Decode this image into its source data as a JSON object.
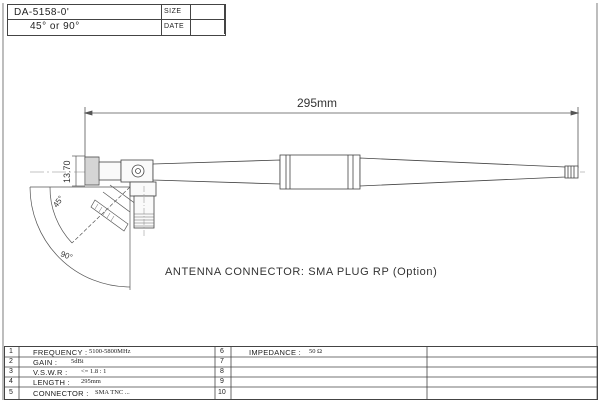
{
  "title_block": {
    "model": "DA-5158-0'",
    "size_label": "SIZE",
    "angles": "45° or  90°",
    "date_label": "DATE"
  },
  "drawing": {
    "overall_length": "295mm",
    "connector_height": "13.70",
    "angle_45": "45°",
    "angle_90": "90°",
    "connector_note": "ANTENNA CONNECTOR: SMA PLUG RP (Option)"
  },
  "specs": {
    "left": [
      {
        "num": "1",
        "label": "FREQUENCY  :",
        "value": "5100-5800MHz"
      },
      {
        "num": "2",
        "label": "GAIN  :",
        "value": "5dBi"
      },
      {
        "num": "3",
        "label": "V.S.W.R  :",
        "value": "<= 1.8 : 1"
      },
      {
        "num": "4",
        "label": "LENGTH  :",
        "value": "295mm"
      },
      {
        "num": "5",
        "label": "CONNECTOR  :",
        "value": "SMA  TNC ..."
      }
    ],
    "right": [
      {
        "num": "6",
        "label": "IMPEDANCE  :",
        "value": "50 Ω"
      },
      {
        "num": "7",
        "label": "",
        "value": ""
      },
      {
        "num": "8",
        "label": "",
        "value": ""
      },
      {
        "num": "9",
        "label": "",
        "value": ""
      },
      {
        "num": "10",
        "label": "",
        "value": ""
      }
    ]
  }
}
